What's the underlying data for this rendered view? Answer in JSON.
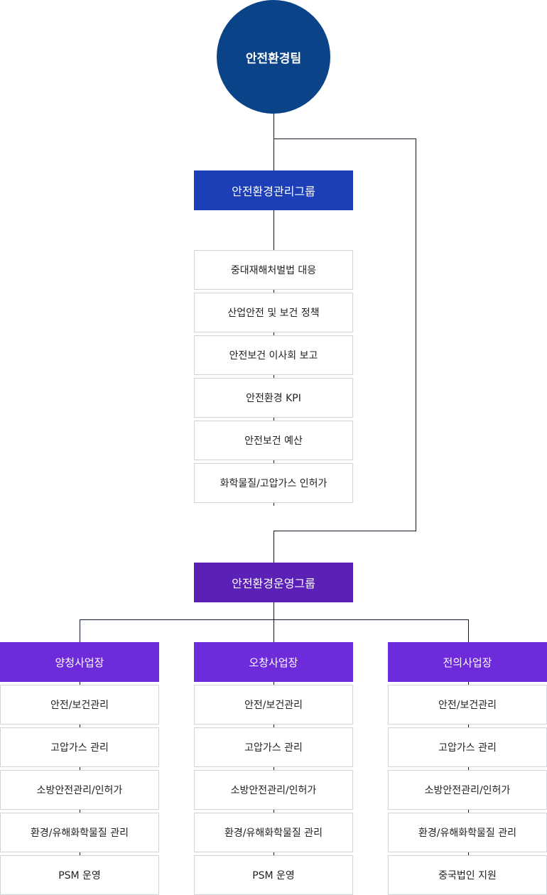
{
  "root": {
    "label": "안전환경팀",
    "color": "#0b4389"
  },
  "mgmt_group": {
    "label": "안전환경관리그룹",
    "color": "#1c3fb7",
    "items": [
      "중대재해처벌법 대응",
      "산업안전 및 보건 정책",
      "안전보건 이사회 보고",
      "안전환경 KPI",
      "안전보건 예산",
      "화학물질/고압가스 인허가"
    ]
  },
  "ops_group": {
    "label": "안전환경운영그룹",
    "color": "#5b21b6"
  },
  "sites": [
    {
      "label": "양청사업장",
      "items": [
        "안전/보건관리",
        "고압가스 관리",
        "소방안전관리/인허가",
        "환경/유해화학물질 관리",
        "PSM 운영"
      ]
    },
    {
      "label": "오창사업장",
      "items": [
        "안전/보건관리",
        "고압가스 관리",
        "소방안전관리/인허가",
        "환경/유해화학물질 관리",
        "PSM 운영"
      ]
    },
    {
      "label": "전의사업장",
      "items": [
        "안전/보건관리",
        "고압가스 관리",
        "소방안전관리/인허가",
        "환경/유해화학물질 관리",
        "중국법인 지원"
      ]
    }
  ]
}
